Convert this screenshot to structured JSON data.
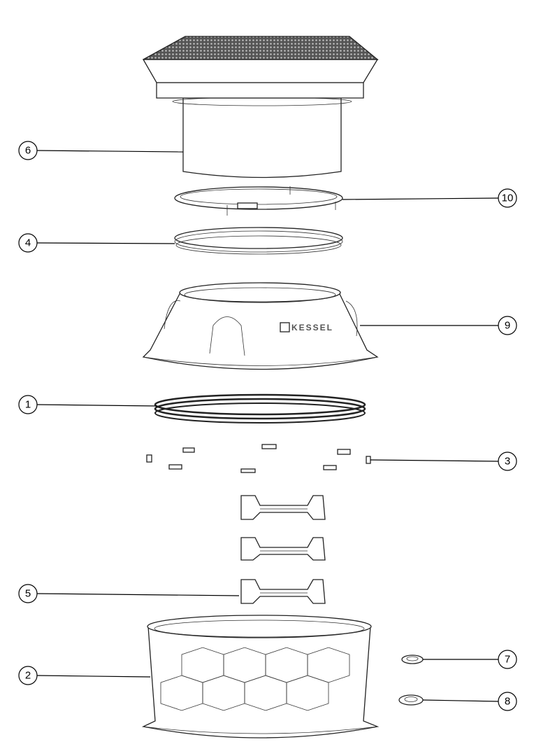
{
  "diagram": {
    "brand_text": "KESSEL",
    "callouts": [
      {
        "id": "6",
        "label": "6"
      },
      {
        "id": "10",
        "label": "10"
      },
      {
        "id": "4",
        "label": "4"
      },
      {
        "id": "9",
        "label": "9"
      },
      {
        "id": "1",
        "label": "1"
      },
      {
        "id": "3",
        "label": "3"
      },
      {
        "id": "5",
        "label": "5"
      },
      {
        "id": "2",
        "label": "2"
      },
      {
        "id": "7",
        "label": "7"
      },
      {
        "id": "8",
        "label": "8"
      }
    ]
  }
}
